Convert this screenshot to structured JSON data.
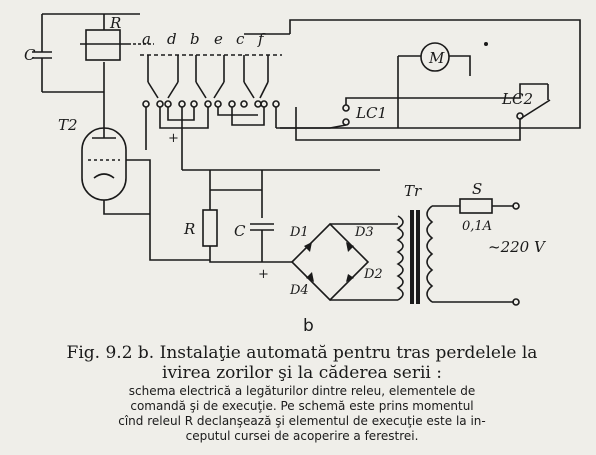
{
  "diagram": {
    "labels": {
      "C_top": "C",
      "R_relay": "R",
      "T2": "T2",
      "contact_a": "a",
      "contact_d": "d",
      "contact_b": "b",
      "contact_e": "e",
      "contact_c": "c",
      "contact_f": "f",
      "motor": "M",
      "LC1": "LC1",
      "LC2": "LC2",
      "R_bottom": "R",
      "C_bottom": "C",
      "D1": "D1",
      "D2": "D2",
      "D3": "D3",
      "D4": "D4",
      "Tr": "Tr",
      "S": "S",
      "fuse_rating": "0,1A",
      "voltage": "~220 V",
      "plus_top": "+",
      "plus_bottom": "+"
    },
    "panel_letter": "b"
  },
  "caption": {
    "title_line1": "Fig. 9.2 b. Instalaţie automată pentru tras perdelele la",
    "title_line2": "ivirea zorilor şi la căderea serii :",
    "body_line1": "schema electrică a legăturilor dintre releu, elementele de",
    "body_line2": "comandă şi de execuţie. Pe schemă este prins momentul",
    "body_line3": "cînd releul R declanşează şi elementul de execuţie este la in-",
    "body_line4": "ceputul cursei de acoperire a ferestrei."
  }
}
